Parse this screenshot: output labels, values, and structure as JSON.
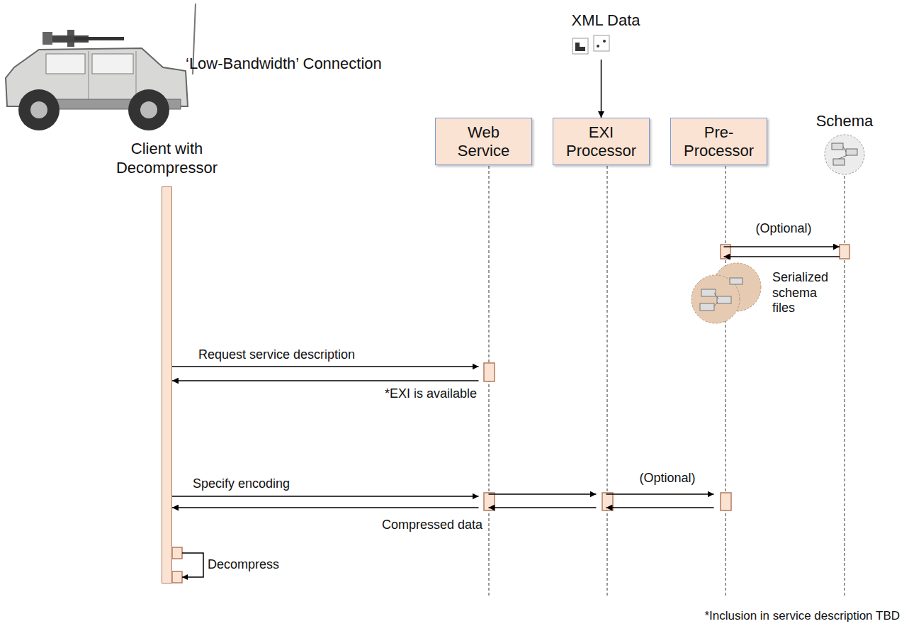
{
  "diagram": {
    "nodes": [
      {
        "text": [
          "Client with Decompressor"
        ]
      },
      {
        "text": [
          "Web Service"
        ]
      },
      {
        "text": [
          "EXI Processor"
        ]
      },
      {
        "text": [
          "Pre-Processor"
        ]
      },
      {
        "text": [
          "Schema"
        ]
      },
      {
        "text": [
          "XML Data"
        ]
      }
    ],
    "edges": [
      {
        "from": 0,
        "to": 1,
        "label": "Request service description",
        "arrow": "to"
      },
      {
        "from": 1,
        "to": 0,
        "label": "*EXI is available",
        "arrow": "to"
      },
      {
        "from": 0,
        "to": 1,
        "label": "Specify encoding",
        "arrow": "to"
      },
      {
        "from": 1,
        "to": 2,
        "arrow": "to"
      },
      {
        "from": 2,
        "to": 3,
        "label": "(Optional)",
        "arrow": "to"
      },
      {
        "from": 3,
        "to": 2,
        "arrow": "to"
      },
      {
        "from": 2,
        "to": 1,
        "arrow": "to"
      },
      {
        "from": 1,
        "to": 0,
        "label": "Compressed data",
        "arrow": "to"
      },
      {
        "from": 3,
        "to": 4,
        "label": "(Optional)",
        "arrow": "to"
      },
      {
        "from": 4,
        "to": 3,
        "arrow": "to"
      },
      {
        "from": 5,
        "to": 2,
        "arrow": "to"
      }
    ],
    "labels": [
      "‘Low-Bandwidth’ Connection",
      "Serialized schema files",
      "Decompress",
      "*Inclusion in service description TBD"
    ]
  }
}
